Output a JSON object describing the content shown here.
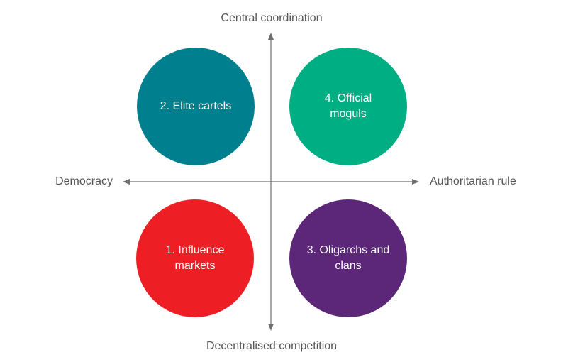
{
  "axes": {
    "top": "Central coordination",
    "bottom": "Decentralised competition",
    "left": "Democracy",
    "right": "Authoritarian rule"
  },
  "quadrants": {
    "elite_cartels": {
      "label": "2. Elite cartels",
      "color": "#00808f"
    },
    "official_moguls": {
      "label": "4. Official moguls",
      "color": "#00ae84"
    },
    "influence_markets": {
      "label": "1. Influence markets",
      "color": "#ed1f24"
    },
    "oligarchs_clans": {
      "label": "3. Oligarchs and clans",
      "color": "#5c2779"
    }
  },
  "colors": {
    "axis": "#6d6d6d",
    "text": "#555555"
  }
}
